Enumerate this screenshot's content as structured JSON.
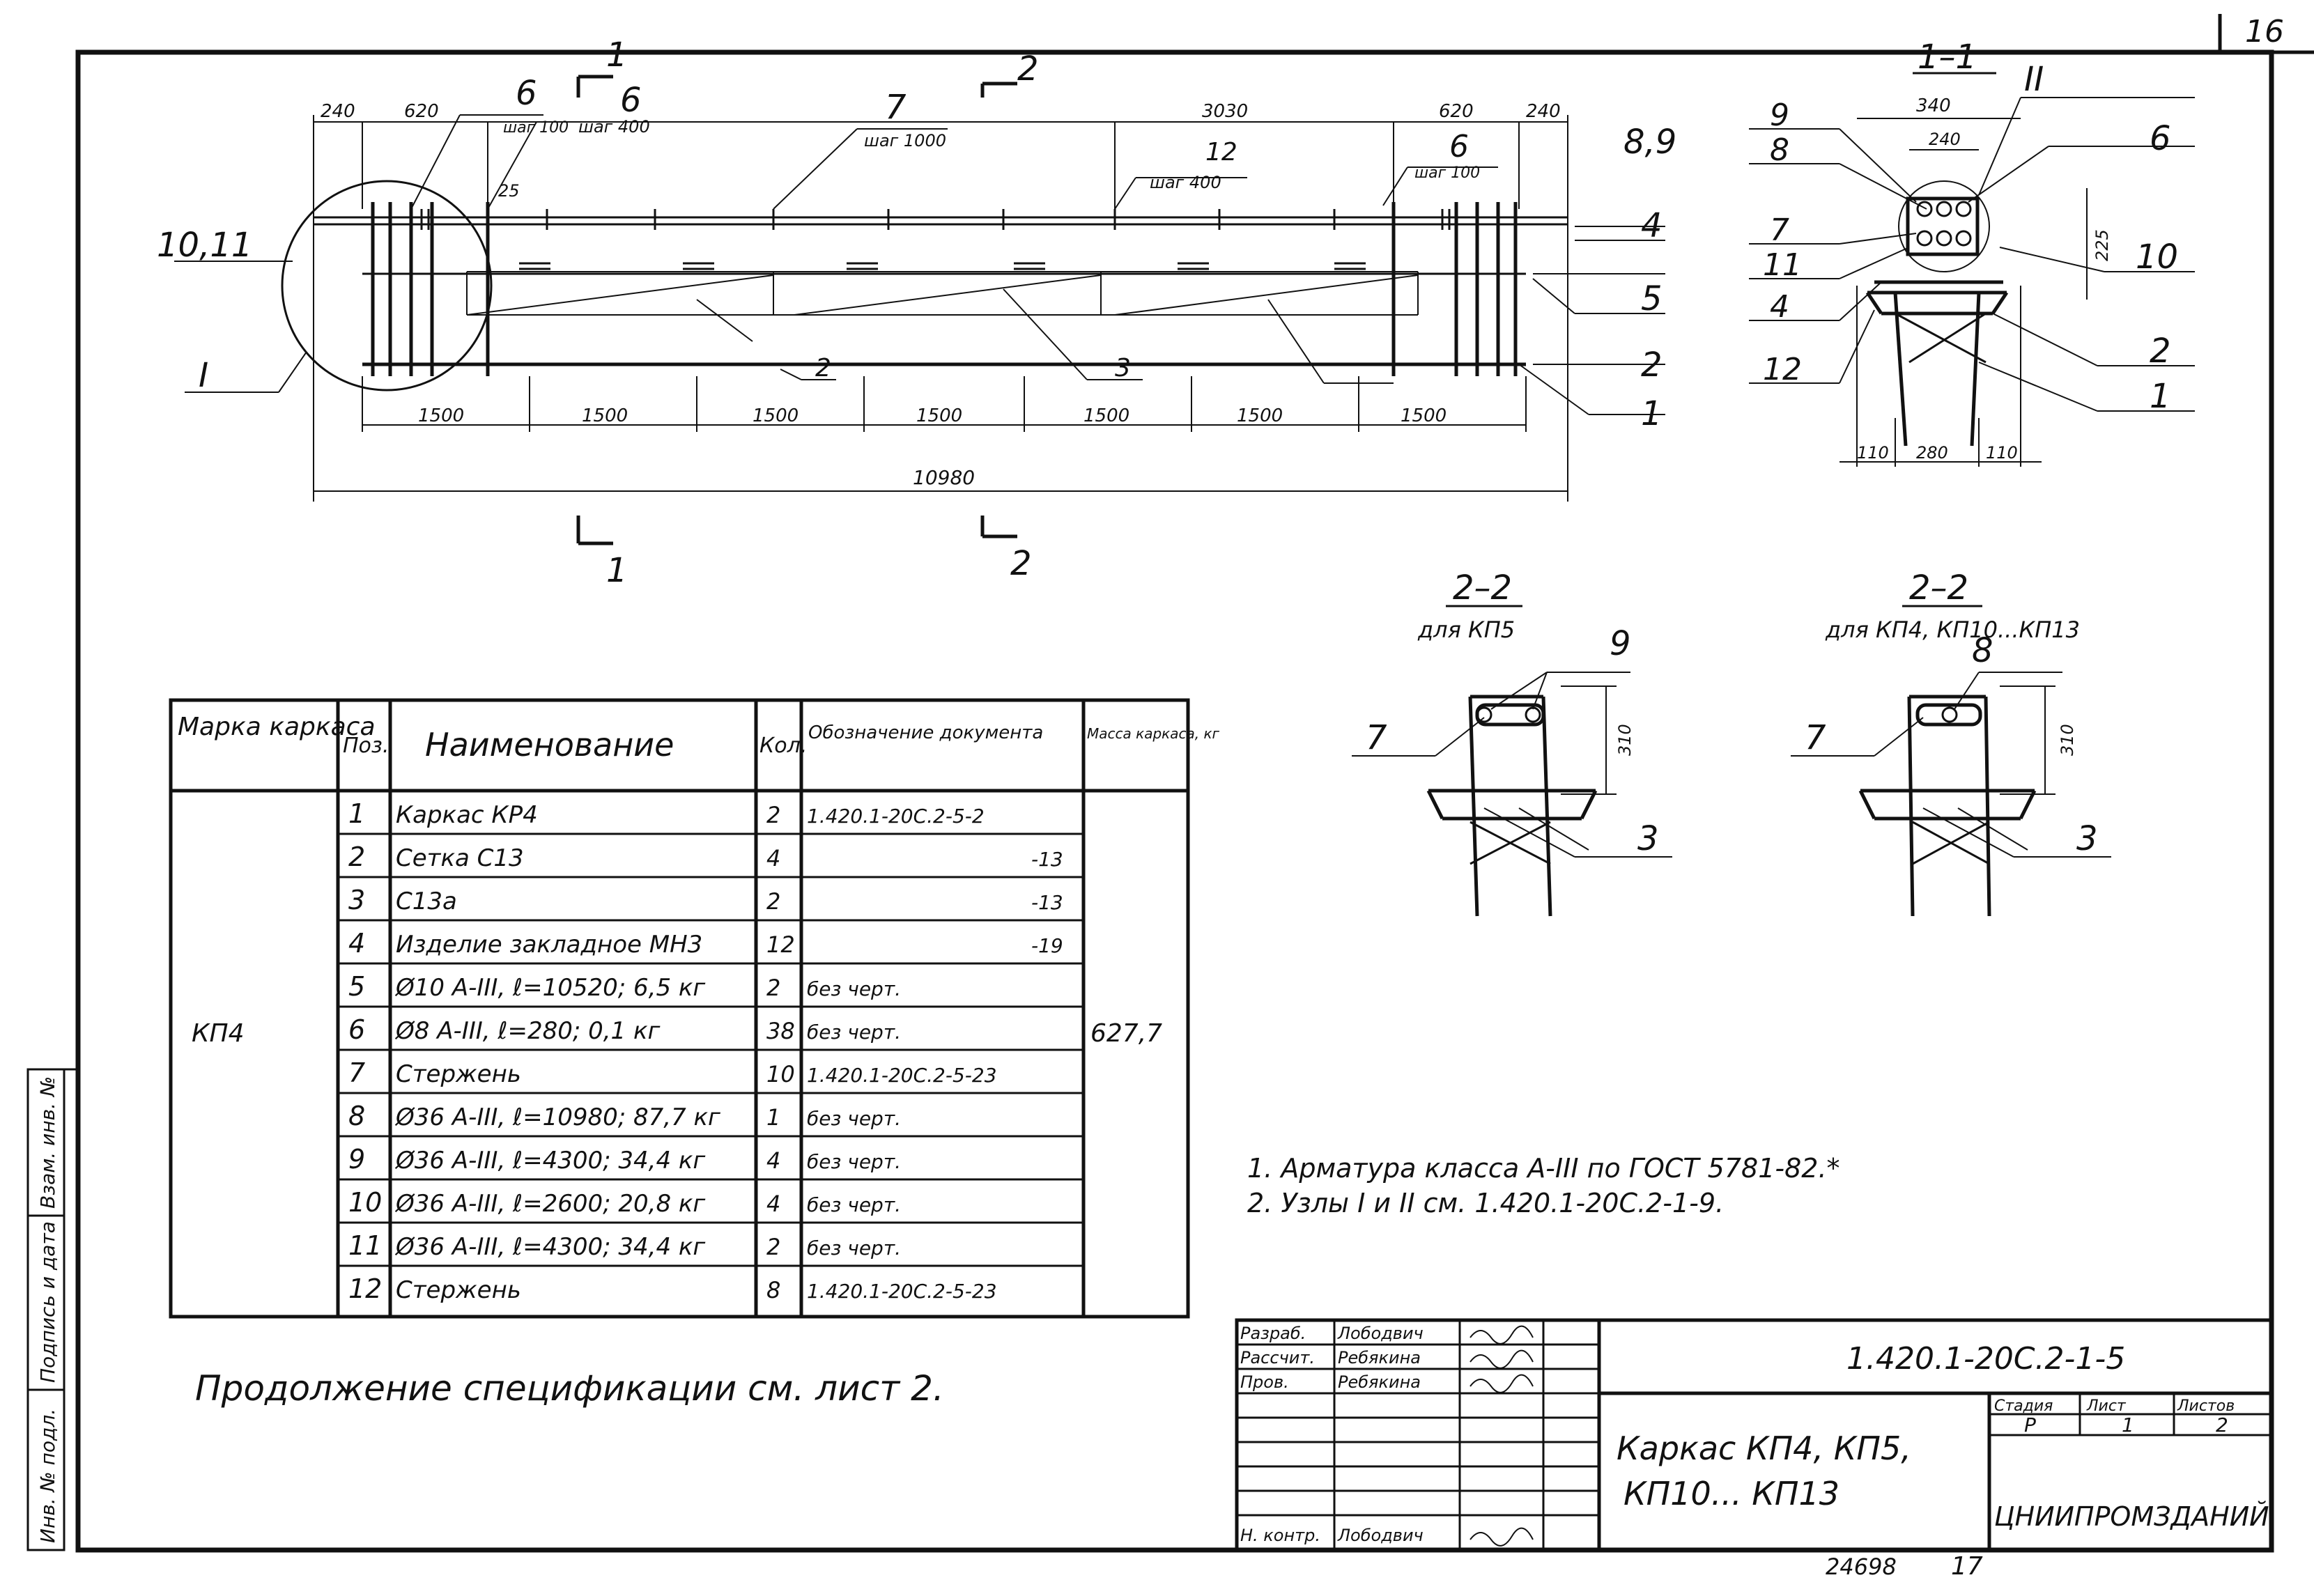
{
  "page_number": "16",
  "elevation": {
    "dims_top": [
      "240",
      "620",
      "3030",
      "620",
      "240"
    ],
    "dim_25": "25",
    "dims_bottom": [
      "1500",
      "1500",
      "1500",
      "1500",
      "1500",
      "1500",
      "1500"
    ],
    "overall_length": "10980",
    "callouts": [
      {
        "num": "6",
        "note": "шаг 100"
      },
      {
        "num": "6",
        "note": "шаг 400"
      },
      {
        "num": "7",
        "note": "шаг 1000"
      },
      {
        "num": "12",
        "note": "шаг 400"
      },
      {
        "num": "6",
        "note": "шаг 100"
      }
    ],
    "right_labels": [
      "8,9",
      "4",
      "5",
      "2",
      "1"
    ],
    "left_labels": [
      "10,11",
      "I"
    ],
    "inner_labels": [
      "2",
      "3"
    ],
    "section_cuts": [
      "1",
      "2",
      "1",
      "2"
    ]
  },
  "section_1_1": {
    "title": "1–1",
    "node_mark": "II",
    "dim_top": "340",
    "dim_inner": "240",
    "dim_height": "225",
    "dims_bottom": [
      "110",
      "280",
      "110"
    ],
    "left_labels": [
      "9",
      "8",
      "7",
      "11",
      "4",
      "12"
    ],
    "right_labels": [
      "6",
      "10",
      "2",
      "1"
    ]
  },
  "section_2_2_kp5": {
    "title": "2–2",
    "subtitle": "для КП5",
    "dim": "310",
    "labels": [
      "9",
      "7",
      "3"
    ]
  },
  "section_2_2_other": {
    "title": "2–2",
    "subtitle": "для КП4, КП10...КП13",
    "dim": "310",
    "labels": [
      "8",
      "7",
      "3"
    ]
  },
  "spec_table": {
    "headers": [
      "Марка каркаса",
      "Поз.",
      "Наименование",
      "Кол.",
      "Обозначение документа",
      "Масса каркаса, кг"
    ],
    "mark": "КП4",
    "mass": "627,7",
    "rows": [
      {
        "pos": "1",
        "name": "Каркас КР4",
        "qty": "2",
        "doc": "1.420.1-20С.2-5-2"
      },
      {
        "pos": "2",
        "name": "Сетка С13",
        "qty": "4",
        "doc": "-13"
      },
      {
        "pos": "3",
        "name": "С13а",
        "qty": "2",
        "doc": "-13"
      },
      {
        "pos": "4",
        "name": "Изделие закладное МН3",
        "qty": "12",
        "doc": "-19"
      },
      {
        "pos": "5",
        "name": "Ø10 А-III, ℓ=10520; 6,5 кг",
        "qty": "2",
        "doc": "без черт."
      },
      {
        "pos": "6",
        "name": "Ø8 А-III, ℓ=280; 0,1 кг",
        "qty": "38",
        "doc": "без черт."
      },
      {
        "pos": "7",
        "name": "Стержень",
        "qty": "10",
        "doc": "1.420.1-20С.2-5-23"
      },
      {
        "pos": "8",
        "name": "Ø36 А-III, ℓ=10980; 87,7 кг",
        "qty": "1",
        "doc": "без черт."
      },
      {
        "pos": "9",
        "name": "Ø36 А-III, ℓ=4300; 34,4 кг",
        "qty": "4",
        "doc": "без черт."
      },
      {
        "pos": "10",
        "name": "Ø36 А-III, ℓ=2600; 20,8 кг",
        "qty": "4",
        "doc": "без черт."
      },
      {
        "pos": "11",
        "name": "Ø36 А-III, ℓ=4300; 34,4 кг",
        "qty": "2",
        "doc": "без черт."
      },
      {
        "pos": "12",
        "name": "Стержень",
        "qty": "8",
        "doc": "1.420.1-20С.2-5-23"
      }
    ]
  },
  "continuation_note": "Продолжение спецификации см. лист 2.",
  "notes": [
    "1. Арматура класса А-III по ГОСТ 5781-82.*",
    "2. Узлы I и II см. 1.420.1-20С.2-1-9."
  ],
  "side_stamp": [
    "Инв. № подл.",
    "Подпись и дата",
    "Взам. инв. №"
  ],
  "title_block": {
    "roles": [
      {
        "role": "Разраб.",
        "name": "Лободвич"
      },
      {
        "role": "Рассчит.",
        "name": "Ребякина"
      },
      {
        "role": "Пров.",
        "name": "Ребякина"
      },
      {
        "role": "Н. контр.",
        "name": "Лободвич"
      }
    ],
    "doc_code": "1.420.1-20С.2-1-5",
    "title_line1": "Каркас КП4, КП5,",
    "title_line2": "КП10... КП13",
    "stage_header": "Стадия",
    "sheet_header": "Лист",
    "sheets_header": "Листов",
    "stage": "Р",
    "sheet": "1",
    "sheets": "2",
    "org": "ЦНИИПРОМЗДАНИЙ"
  },
  "bottom_code": "24698",
  "bottom_sheet": "17"
}
